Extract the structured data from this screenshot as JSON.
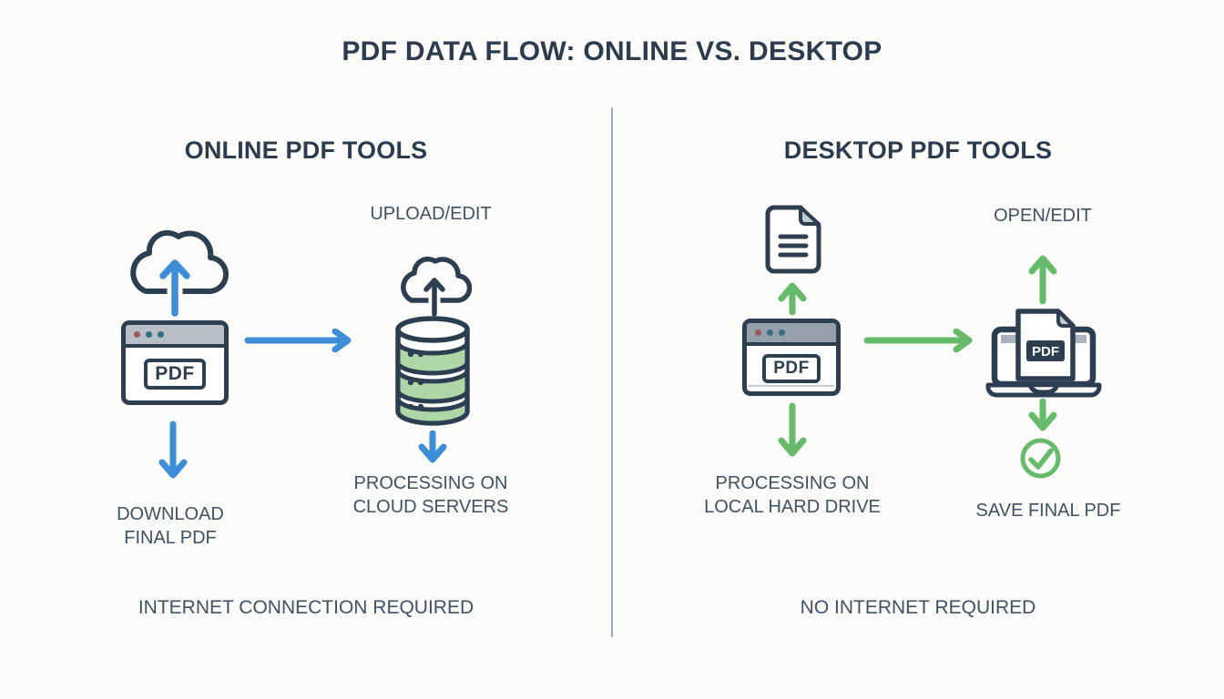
{
  "title": "PDF DATA FLOW: ONLINE VS. DESKTOP",
  "left": {
    "heading": "ONLINE PDF TOOLS",
    "pdf_badge": "PDF",
    "upload_edit": "UPLOAD/EDIT",
    "processing": "PROCESSING ON\nCLOUD SERVERS",
    "download": "DOWNLOAD\nFINAL PDF",
    "footer": "INTERNET CONNECTION REQUIRED"
  },
  "right": {
    "heading": "DESKTOP PDF TOOLS",
    "pdf_badge": "PDF",
    "laptop_pdf_badge": "PDF",
    "open_edit": "OPEN/EDIT",
    "processing": "PROCESSING ON\nLOCAL HARD DRIVE",
    "save": "SAVE FINAL PDF",
    "footer": "NO INTERNET REQUIRED"
  },
  "icons": {
    "left": [
      "cloud-upload-icon",
      "browser-window-icon",
      "database-servers-icon",
      "cloud-small-icon",
      "arrow-right-icon",
      "arrow-down-icon"
    ],
    "right": [
      "document-icon",
      "app-window-icon",
      "laptop-pdf-icon",
      "check-circle-icon",
      "arrow-right-icon",
      "arrow-up-icon",
      "arrow-down-icon"
    ]
  },
  "colors": {
    "navy_outline": "#2d3e50",
    "blue_accent": "#3d8ed9",
    "green_accent": "#66bb6a",
    "green_fill": "#aed6a7",
    "titlebar_left": "#b7bfc7",
    "titlebar_right": "#95a0aa",
    "dot_red": "#9a5a57",
    "dot_teal": "#33707f",
    "label_text": "#3f5163",
    "heading_text": "#2c3c4e",
    "divider": "#a3abb5",
    "fold_gray": "#c5cbd2"
  }
}
